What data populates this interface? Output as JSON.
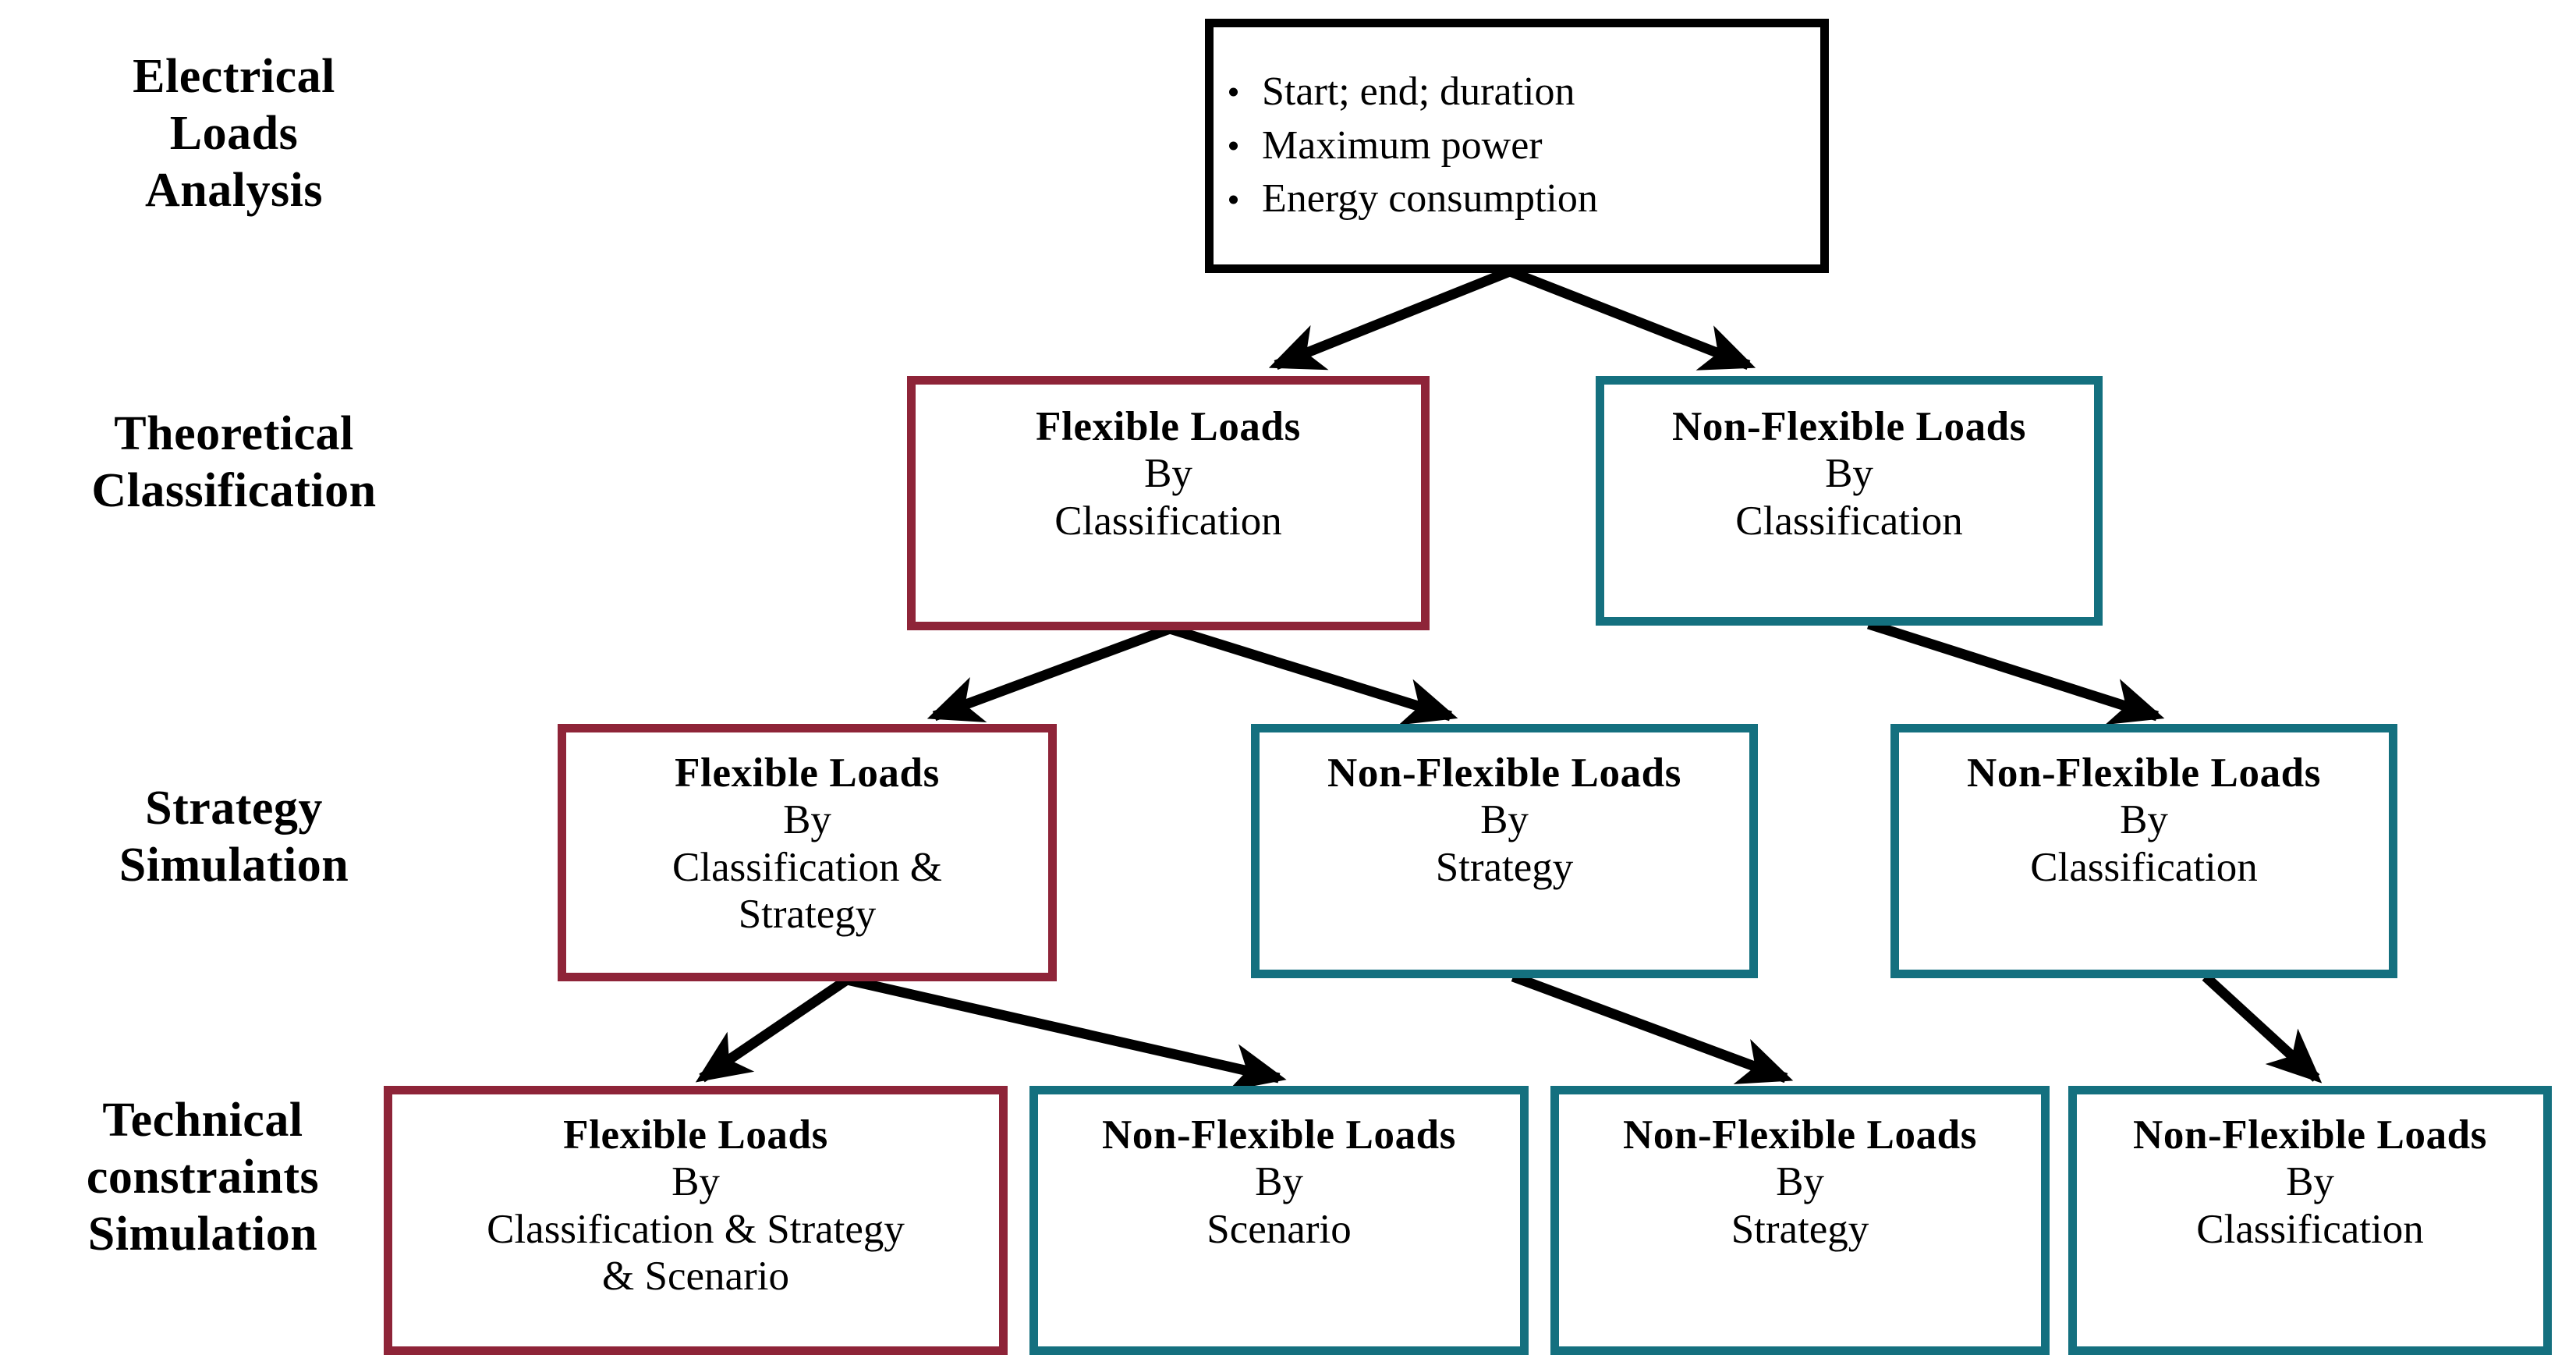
{
  "diagram": {
    "title": "Electrical Loads Analysis hierarchy",
    "colors": {
      "flexible": "#8E2438",
      "non_flexible": "#14707F",
      "root": "#000000",
      "arrow": "#000000",
      "background": "#ffffff"
    }
  },
  "row_labels": [
    {
      "id": "electrical-loads-analysis",
      "line1": "Electrical",
      "line2": "Loads",
      "line3": "Analysis"
    },
    {
      "id": "theoretical-classification",
      "line1": "Theoretical",
      "line2": "Classification",
      "line3": ""
    },
    {
      "id": "strategy-simulation",
      "line1": "Strategy",
      "line2": "Simulation",
      "line3": ""
    },
    {
      "id": "technical-constraints-simulation",
      "line1": "Technical",
      "line2": "constraints",
      "line3": "Simulation"
    }
  ],
  "root_node": {
    "id": "electrical-loads-root",
    "bullets": [
      "Start; end; duration",
      "Maximum power",
      "Energy consumption"
    ]
  },
  "row2_nodes": [
    {
      "id": "flexible-loads-by-classification",
      "kind": "flexible",
      "title": "Flexible  Loads",
      "lines": [
        "By",
        "Classification"
      ]
    },
    {
      "id": "non-flexible-loads-by-classification",
      "kind": "non_flexible",
      "title": "Non-Flexible  Loads",
      "lines": [
        "By",
        "Classification"
      ]
    }
  ],
  "row3_nodes": [
    {
      "id": "flexible-loads-by-classification-strategy",
      "kind": "flexible",
      "title": "Flexible  Loads",
      "lines": [
        "By",
        "Classification &",
        "Strategy"
      ]
    },
    {
      "id": "non-flexible-loads-by-strategy",
      "kind": "non_flexible",
      "title": "Non-Flexible  Loads",
      "lines": [
        "By",
        "Strategy"
      ]
    },
    {
      "id": "non-flexible-loads-by-classification-r3",
      "kind": "non_flexible",
      "title": "Non-Flexible  Loads",
      "lines": [
        "By",
        "Classification"
      ]
    }
  ],
  "row4_nodes": [
    {
      "id": "flexible-loads-by-classification-strategy-scenario",
      "kind": "flexible",
      "title": "Flexible  Loads",
      "lines": [
        "By",
        "Classification & Strategy",
        "& Scenario"
      ]
    },
    {
      "id": "non-flexible-loads-by-scenario",
      "kind": "non_flexible",
      "title": "Non-Flexible  Loads",
      "lines": [
        "By",
        "Scenario"
      ]
    },
    {
      "id": "non-flexible-loads-by-strategy-r4",
      "kind": "non_flexible",
      "title": "Non-Flexible  Loads",
      "lines": [
        "By",
        "Strategy"
      ]
    },
    {
      "id": "non-flexible-loads-by-classification-r4",
      "kind": "non_flexible",
      "title": "Non-Flexible  Loads",
      "lines": [
        "By",
        "Classification"
      ]
    }
  ],
  "connectors": [
    {
      "id": "root-to-flexible-r2",
      "from": "electrical-loads-root",
      "to": "flexible-loads-by-classification"
    },
    {
      "id": "root-to-non-flexible-r2",
      "from": "electrical-loads-root",
      "to": "non-flexible-loads-by-classification"
    },
    {
      "id": "flexible-r2-to-flexible-r3",
      "from": "flexible-loads-by-classification",
      "to": "flexible-loads-by-classification-strategy"
    },
    {
      "id": "flexible-r2-to-non-flexible-strategy-r3",
      "from": "flexible-loads-by-classification",
      "to": "non-flexible-loads-by-strategy"
    },
    {
      "id": "non-flexible-r2-to-non-flexible-r3",
      "from": "non-flexible-loads-by-classification",
      "to": "non-flexible-loads-by-classification-r3"
    },
    {
      "id": "flexible-r3-to-flexible-r4",
      "from": "flexible-loads-by-classification-strategy",
      "to": "flexible-loads-by-classification-strategy-scenario"
    },
    {
      "id": "flexible-r3-to-non-flexible-scenario-r4",
      "from": "flexible-loads-by-classification-strategy",
      "to": "non-flexible-loads-by-scenario"
    },
    {
      "id": "non-flexible-strategy-r3-to-strategy-r4",
      "from": "non-flexible-loads-by-strategy",
      "to": "non-flexible-loads-by-strategy-r4"
    },
    {
      "id": "non-flexible-classification-r3-to-classification-r4",
      "from": "non-flexible-loads-by-classification-r3",
      "to": "non-flexible-loads-by-classification-r4"
    }
  ]
}
